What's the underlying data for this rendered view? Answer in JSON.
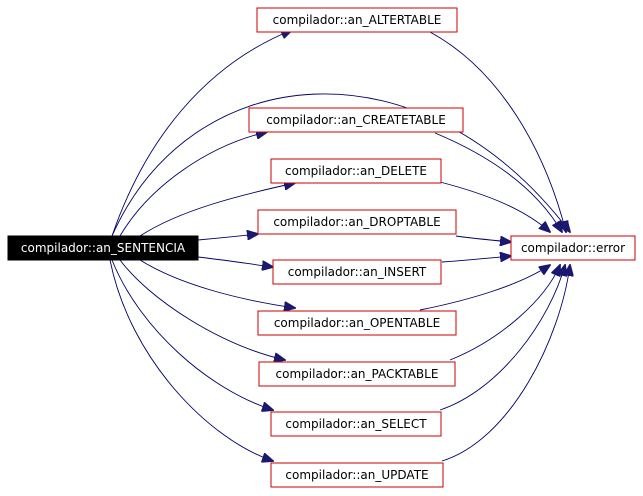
{
  "diagram": {
    "root": {
      "label": "compilador::an_SENTENCIA"
    },
    "callees": [
      {
        "id": "altertable",
        "label": "compilador::an_ALTERTABLE"
      },
      {
        "id": "createtable",
        "label": "compilador::an_CREATETABLE"
      },
      {
        "id": "delete",
        "label": "compilador::an_DELETE"
      },
      {
        "id": "droptable",
        "label": "compilador::an_DROPTABLE"
      },
      {
        "id": "insert",
        "label": "compilador::an_INSERT"
      },
      {
        "id": "opentable",
        "label": "compilador::an_OPENTABLE"
      },
      {
        "id": "packtable",
        "label": "compilador::an_PACKTABLE"
      },
      {
        "id": "select",
        "label": "compilador::an_SELECT"
      },
      {
        "id": "update",
        "label": "compilador::an_UPDATE"
      }
    ],
    "target": {
      "label": "compilador::error"
    },
    "colors": {
      "root_fill": "#000000",
      "root_text": "#ffffff",
      "node_border": "#cc0000",
      "node_fill": "#ffffff",
      "node_text": "#000000",
      "edge": "#000066",
      "arrowhead": "#191970"
    }
  }
}
